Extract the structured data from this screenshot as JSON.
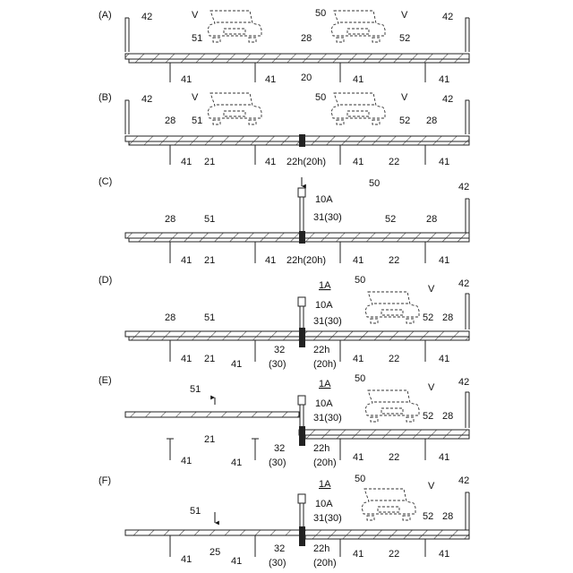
{
  "figure": {
    "panels": [
      {
        "label": "(A)",
        "labels": {
          "wall_left": "42",
          "wall_right": "42",
          "vehicle_left": "V",
          "vehicle_right": "V",
          "bridge": "50",
          "floor_left": "51",
          "floor_right": "52",
          "rail": "28",
          "beam": "20",
          "pier_1": "41",
          "pier_2": "41",
          "pier_3": "41",
          "pier_4": "41"
        }
      },
      {
        "label": "(B)",
        "labels": {
          "wall_left": "42",
          "wall_right": "42",
          "vehicle_left": "V",
          "vehicle_right": "V",
          "bridge": "50",
          "rail_left": "28",
          "floor_left": "51",
          "floor_right": "52",
          "rail_right": "28",
          "beam_left": "21",
          "joint": "22h(20h)",
          "beam_right": "22",
          "pier_1": "41",
          "pier_2": "41",
          "pier_3": "41",
          "pier_4": "41"
        }
      },
      {
        "label": "(C)",
        "labels": {
          "device": "10A",
          "actuator": "31(30)",
          "bridge": "50",
          "wall_right": "42",
          "rail_left": "28",
          "floor_left": "51",
          "floor_right": "52",
          "rail_right": "28",
          "beam_left": "21",
          "joint": "22h(20h)",
          "beam_right": "22",
          "pier_1": "41",
          "pier_2": "41",
          "pier_3": "41",
          "pier_4": "41"
        }
      },
      {
        "label": "(D)",
        "labels": {
          "system": "1A",
          "bridge": "50",
          "device": "10A",
          "actuator": "31(30)",
          "vehicle": "V",
          "wall_right": "42",
          "rail_left": "28",
          "floor_left": "51",
          "floor_right": "52",
          "rail_right": "28",
          "support_top": "32",
          "support_bottom": "(30)",
          "joint_top": "22h",
          "joint_bottom": "(20h)",
          "beam_left": "21",
          "beam_right": "22",
          "pier_1": "41",
          "pier_2": "41",
          "pier_3": "41",
          "pier_4": "41"
        }
      },
      {
        "label": "(E)",
        "labels": {
          "system": "1A",
          "bridge": "50",
          "device": "10A",
          "actuator": "31(30)",
          "vehicle": "V",
          "wall_right": "42",
          "floor_left": "51",
          "floor_right": "52",
          "rail_right": "28",
          "support_top": "32",
          "support_bottom": "(30)",
          "joint_top": "22h",
          "joint_bottom": "(20h)",
          "beam_left": "21",
          "beam_right": "22",
          "pier_1": "41",
          "pier_2": "41",
          "pier_3": "41",
          "pier_4": "41"
        }
      },
      {
        "label": "(F)",
        "labels": {
          "system": "1A",
          "bridge": "50",
          "device": "10A",
          "actuator": "31(30)",
          "vehicle": "V",
          "wall_right": "42",
          "floor_left": "51",
          "floor_right": "52",
          "rail_right": "28",
          "support_top": "32",
          "support_bottom": "(30)",
          "joint_top": "22h",
          "joint_bottom": "(20h)",
          "beam_new": "25",
          "beam_right": "22",
          "pier_1": "41",
          "pier_2": "41",
          "pier_3": "41",
          "pier_4": "41"
        }
      }
    ]
  }
}
